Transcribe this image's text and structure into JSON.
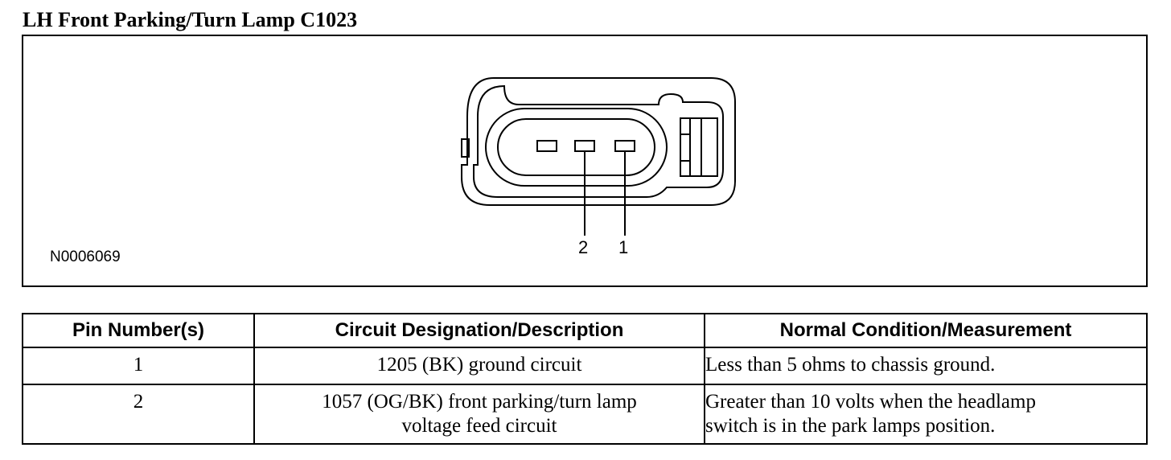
{
  "title": "LH Front Parking/Turn Lamp C1023",
  "figure": {
    "id": "N0006069",
    "pin_labels": [
      "2",
      "1"
    ]
  },
  "table": {
    "headers": [
      "Pin Number(s)",
      "Circuit Designation/Description",
      "Normal Condition/Measurement"
    ],
    "rows": [
      {
        "pin": "1",
        "circuit": "1205 (BK) ground circuit",
        "condition": "Less than 5 ohms to chassis ground."
      },
      {
        "pin": "2",
        "circuit_line1": "1057 (OG/BK) front parking/turn lamp",
        "circuit_line2": "voltage feed circuit",
        "condition_line1": "Greater than 10 volts when the headlamp",
        "condition_line2": "switch is in the park lamps position."
      }
    ]
  }
}
